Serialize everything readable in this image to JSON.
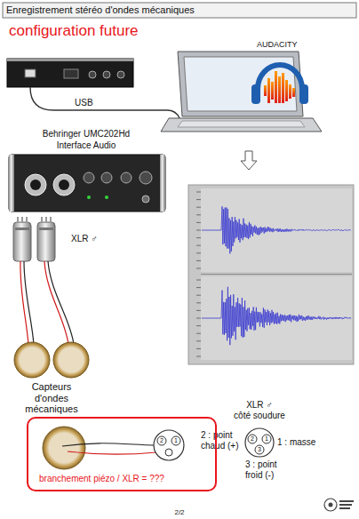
{
  "diagram": {
    "title": "Enregistrement stéréo d'ondes mécaniques",
    "nodes": [
      {
        "text": [
          "branchement piézo / XLR = ???"
        ]
      }
    ],
    "labels": [
      "configuration future",
      "AUDACITY",
      "USB",
      "Behringer UMC202Hd",
      "Interface Audio",
      "XLR ♂",
      "Capteurs d'ondes mécaniques",
      "2",
      "1",
      "XLR ♂",
      "côté soudure",
      "2 : point chaud (+)",
      "1 : masse",
      "2",
      "1",
      "3",
      "3 : point froid (-)",
      "2/2"
    ]
  }
}
